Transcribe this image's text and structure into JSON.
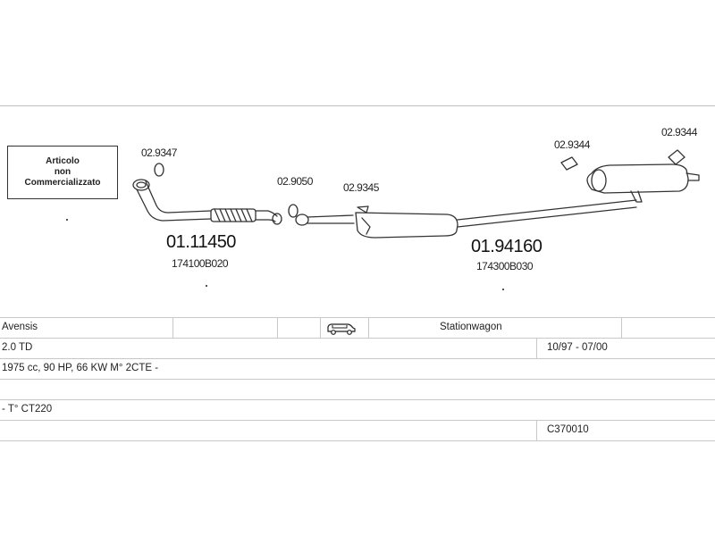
{
  "notice": {
    "line1": "Articolo",
    "line2": "non",
    "line3": "Commercializzato"
  },
  "parts": {
    "part_a": {
      "number": "01.11450",
      "oem": "174100B020"
    },
    "part_b": {
      "number": "01.94160",
      "oem": "174300B030"
    }
  },
  "small_parts": {
    "gasket_front": "02.9347",
    "gasket_mid": "02.9050",
    "mount_mid": "02.9345",
    "mount_rear_left": "02.9344",
    "mount_rear_right": "02.9344"
  },
  "vehicle": {
    "model": "Avensis",
    "body_type": "Stationwagon",
    "engine": "2.0 TD",
    "period": "10/97 - 07/00",
    "specs": "1975 cc, 90 HP, 66 KW M° 2CTE -",
    "type_code": "- T° CT220",
    "catalog_code": "C370010"
  },
  "icons": {
    "vehicle": "station-wagon-car-icon"
  },
  "colors": {
    "line": "#333333",
    "rule": "#c8c8c8"
  }
}
